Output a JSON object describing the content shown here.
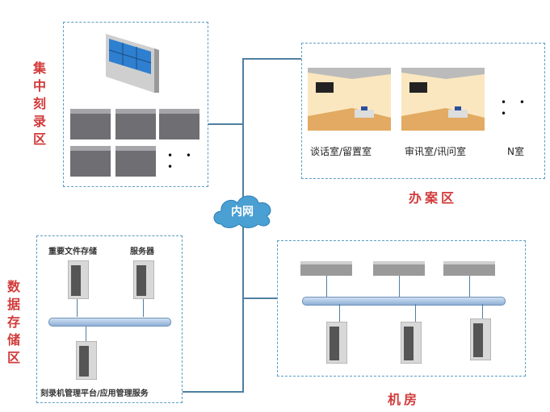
{
  "zones": {
    "recording": "集中刻录区",
    "office": "办案区",
    "storage": "数据存储区",
    "machine_room": "机房"
  },
  "network": {
    "cloud_label": "内网"
  },
  "office": {
    "rooms": [
      "谈话室/留置室",
      "审讯室/讯问室",
      "N室"
    ],
    "more": "• • •"
  },
  "recording": {
    "more": "• • •"
  },
  "storage": {
    "file_storage": "重要文件存储",
    "server": "服务器",
    "platform": "刻录机管理平台/应用管理服务"
  },
  "colors": {
    "zone_label": "#d23a3a",
    "border": "#5a9ec4",
    "line": "#4f7fa0",
    "cloud": "#4a9fd3"
  }
}
